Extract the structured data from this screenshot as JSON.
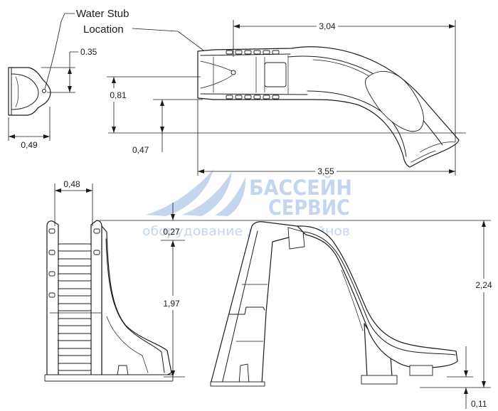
{
  "callout": {
    "line1": "Water Stub",
    "line2": "Location"
  },
  "dimensions": {
    "end_view_height": "0.35",
    "end_view_width": "0,49",
    "plan_height": "0,81",
    "plan_offset": "0,47",
    "plan_length_inner": "3,04",
    "plan_length_total": "3,55",
    "front_width": "0,48",
    "front_top": "0,27",
    "front_height": "1,97",
    "side_height": "2,24",
    "side_exit": "0,11"
  },
  "watermark": {
    "line1": "БАССЕЙН",
    "line2": "СЕРВИС",
    "line3": "оборудование для бассейнов"
  },
  "colors": {
    "ink": "#1c1c1c",
    "watermark": "#c4d6ee",
    "background": "#ffffff"
  }
}
